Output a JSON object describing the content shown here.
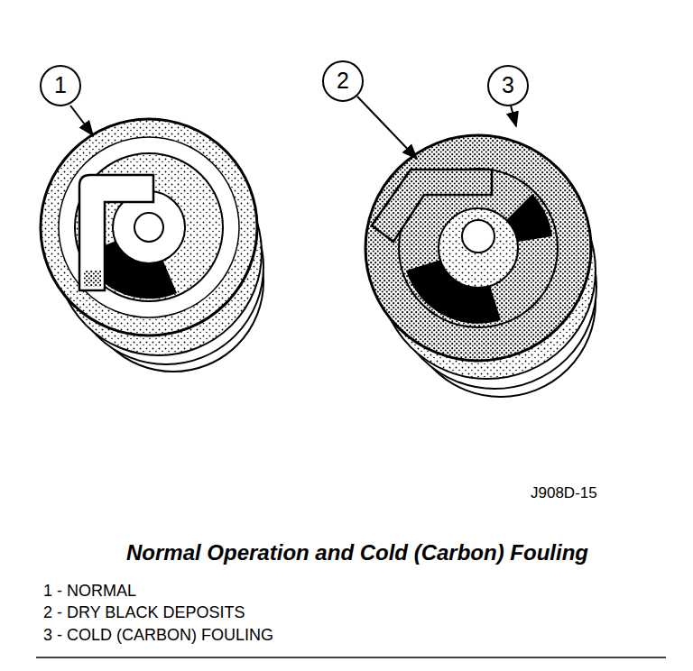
{
  "diagram": {
    "caption": "Normal Operation and Cold (Carbon) Fouling",
    "labels": [
      "1",
      "2",
      "3",
      "J908D-15",
      "1 - NORMAL",
      "2 - DRY BLACK DEPOSITS",
      "3 - COLD (CARBON) FOULING"
    ]
  }
}
